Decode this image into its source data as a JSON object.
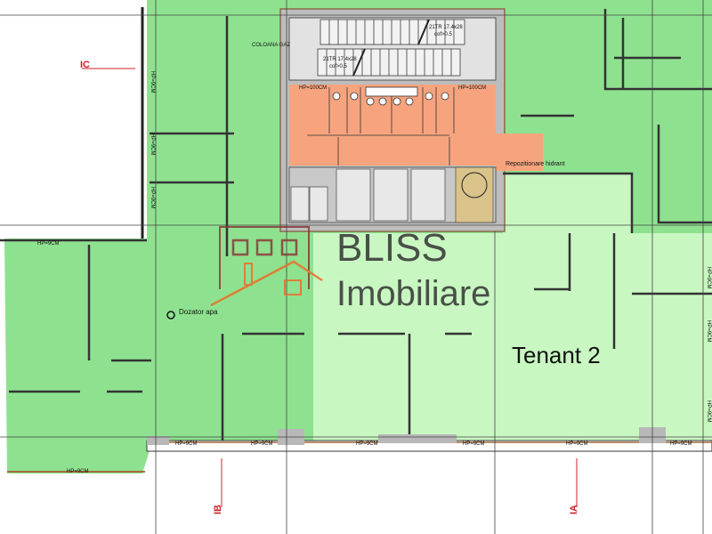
{
  "plan": {
    "colors": {
      "office_green": "#8ee28f",
      "tenant_green": "#c9f7c2",
      "sanitary_orange": "#f7a47e",
      "core_grey": "#d9d9d9",
      "axis_red": "#d0202a",
      "logo_maroon": "#8a3a3a",
      "logo_orange": "#e8702a"
    },
    "tenant_label": "Tenant 2",
    "dozator_label": "Dozator apa",
    "hidrant_label": "Repozitionare hidrant",
    "coloana_label": "COLOANA GAZ",
    "stair_note_1": "21TR 17.4x28",
    "stair_note_1b": "cof>0.5",
    "stair_note_2": "21TR 17.4x28",
    "stair_note_2b": "cof>0.5",
    "hp_label": "HP=9CM",
    "hp_label_100": "HP=100CM",
    "axes": {
      "ic": "IC",
      "ib": "IB",
      "ia": "IA"
    }
  },
  "logo": {
    "line1": "BLISS",
    "line2": "Imobiliare"
  }
}
